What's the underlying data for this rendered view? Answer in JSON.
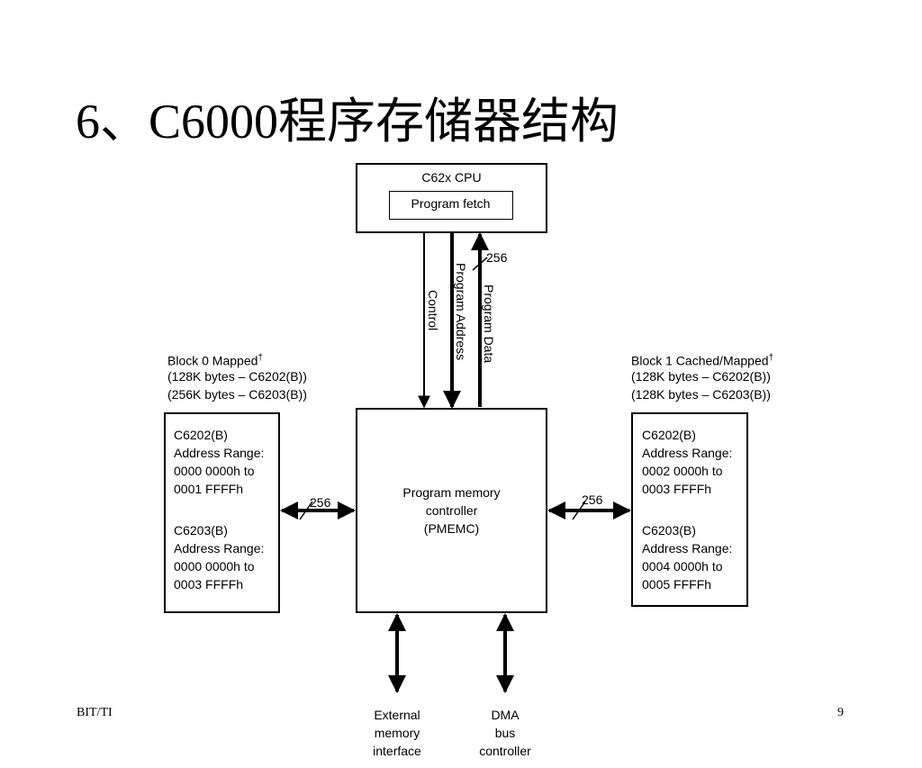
{
  "title": "6、C6000程序存储器结构",
  "footer": {
    "left": "BIT/TI",
    "page_number": "9"
  },
  "cpu": {
    "label": "C62x CPU",
    "fetch_label": "Program fetch"
  },
  "buses": {
    "control": "Control",
    "program_address": "Program Address",
    "program_data": "Program Data",
    "width": "256"
  },
  "pmemc": {
    "lines": [
      "Program memory",
      "controller",
      "(PMEMC)"
    ]
  },
  "block0": {
    "heading": "Block 0 Mapped",
    "dagger": "†",
    "sizes": [
      "(128K bytes – C6202(B))",
      "(256K bytes – C6203(B))"
    ],
    "c6202": [
      "C6202(B)",
      "Address Range:",
      "0000 0000h to",
      "0001 FFFFh"
    ],
    "c6203": [
      "C6203(B)",
      "Address Range:",
      "0000 0000h to",
      "0003 FFFFh"
    ]
  },
  "block1": {
    "heading": "Block 1 Cached/Mapped",
    "dagger": "†",
    "sizes": [
      "(128K bytes – C6202(B))",
      "(128K bytes – C6203(B))"
    ],
    "c6202": [
      "C6202(B)",
      "Address Range:",
      "0002 0000h to",
      "0003 FFFFh"
    ],
    "c6203": [
      "C6203(B)",
      "Address Range:",
      "0004 0000h to",
      "0005 FFFFh"
    ]
  },
  "bottom": {
    "external": [
      "External",
      "memory",
      "interface"
    ],
    "dma": [
      "DMA",
      "bus",
      "controller"
    ]
  }
}
